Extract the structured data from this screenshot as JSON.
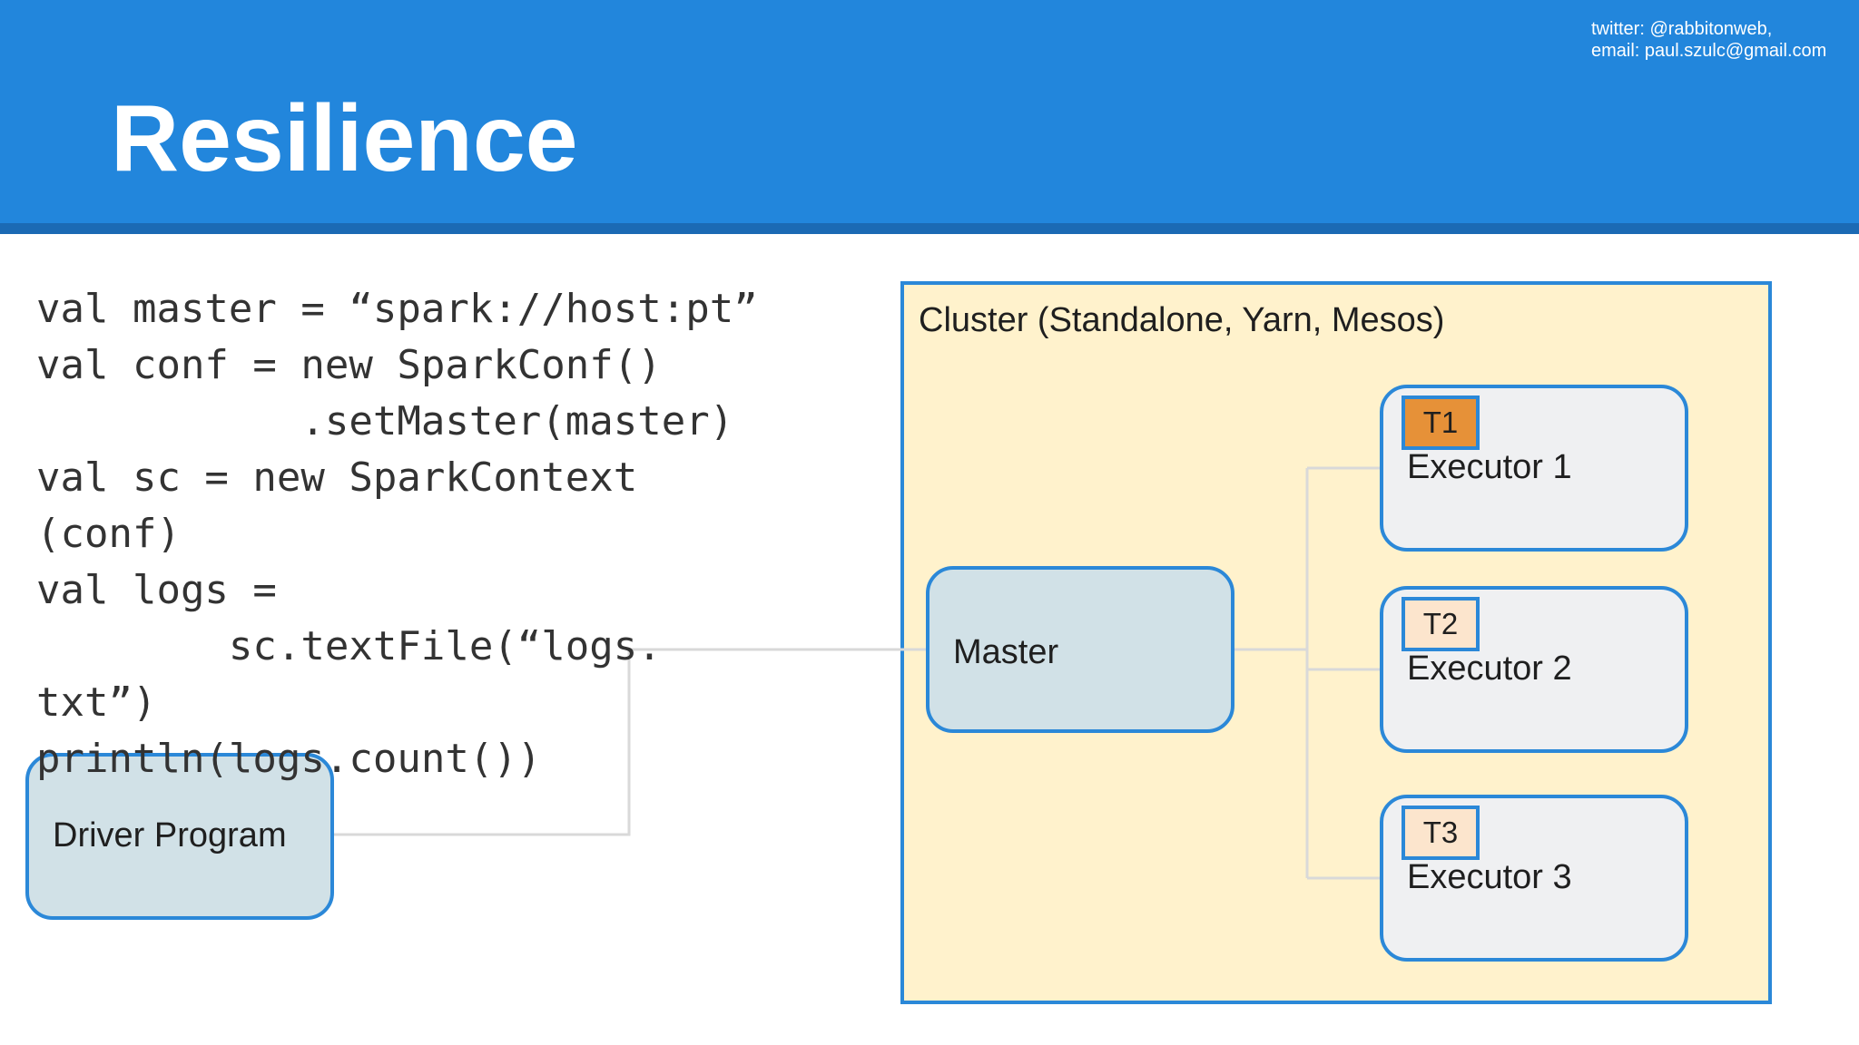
{
  "header": {
    "title": "Resilience",
    "contact_line1": "twitter: @rabbitonweb,",
    "contact_line2": "email: paul.szulc@gmail.com"
  },
  "code": {
    "lines": [
      "val master = “spark://host:pt”",
      "val conf = new SparkConf()",
      "           .setMaster(master)",
      "val sc = new SparkContext",
      "(conf)",
      "val logs =",
      "        sc.textFile(“logs.",
      "txt”)",
      "println(logs.count())"
    ]
  },
  "diagram": {
    "cluster_label": "Cluster (Standalone, Yarn, Mesos)",
    "master_label": "Master",
    "driver_label": "Driver Program",
    "executors": [
      {
        "label": "Executor 1",
        "task": "T1",
        "task_state": "active"
      },
      {
        "label": "Executor 2",
        "task": "T2",
        "task_state": "idle"
      },
      {
        "label": "Executor 3",
        "task": "T3",
        "task_state": "idle"
      }
    ]
  },
  "colors": {
    "header_blue": "#2286dc",
    "cluster_fill": "#fff2cc",
    "node_border": "#2b88d8",
    "master_fill": "#d1e1e7",
    "executor_fill": "#eff0f2",
    "task_active": "#e69138",
    "task_idle": "#fce5cd",
    "connector": "#d9d9d9"
  }
}
